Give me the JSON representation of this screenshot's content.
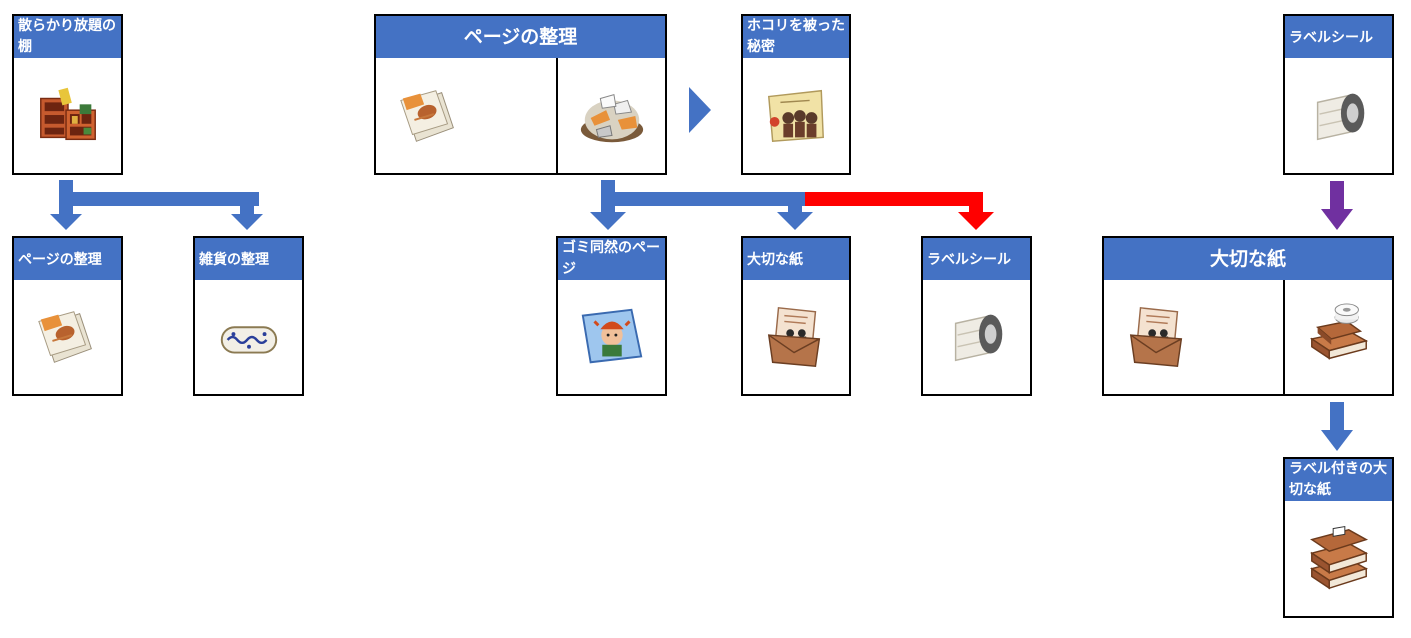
{
  "labels": {
    "shelf_title": "散らかり放題の棚",
    "page_sort_left": "ページの整理",
    "goods_sort": "雑貨の整理",
    "page_sort_title": "ページの整理",
    "dusty_secret": "ホコリを被った秘密",
    "trash_page": "ゴミ同然のページ",
    "important_paper_mid": "大切な紙",
    "label_sticker_mid": "ラベルシール",
    "label_sticker_top": "ラベルシール",
    "important_paper_title": "大切な紙",
    "labeled_important_paper": "ラベル付きの大切な紙"
  },
  "icons": {
    "shelf": "messy-shelf-icon",
    "pages": "scattered-pages-icon",
    "tin": "ceramic-tin-icon",
    "pile": "paper-pile-icon",
    "photo": "old-photo-icon",
    "child_photo": "child-photo-icon",
    "envelope": "envelope-photo-icon",
    "label_roll": "label-roll-icon",
    "books_roll": "books-with-roll-icon",
    "books": "labeled-books-icon"
  },
  "colors": {
    "header_blue": "#4472c4",
    "arrow_blue": "#4472c4",
    "arrow_red": "#ff0000",
    "arrow_purple": "#7030a0"
  }
}
